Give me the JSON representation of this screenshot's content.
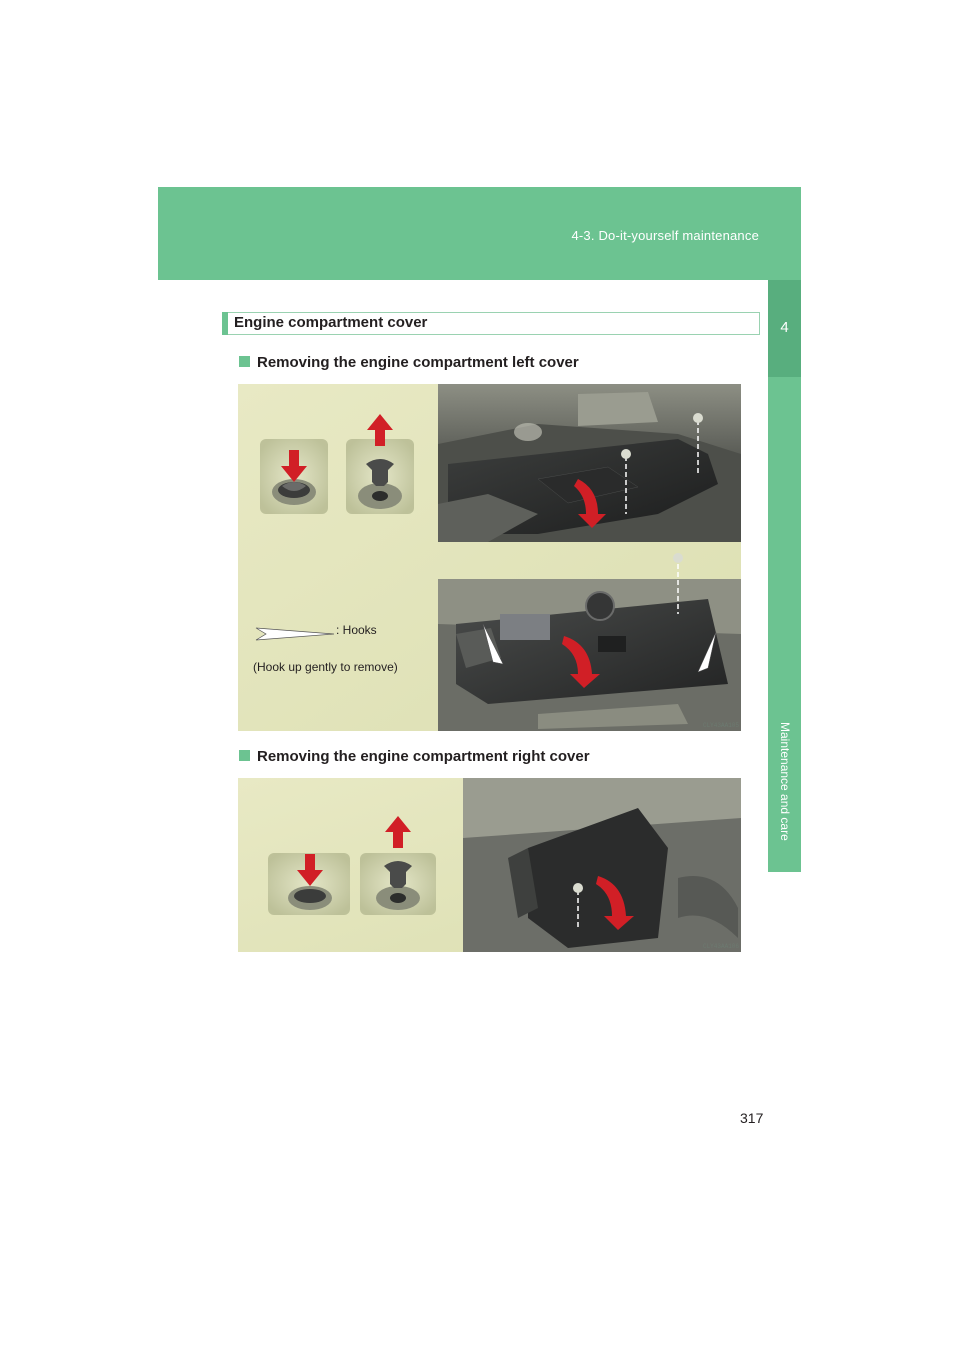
{
  "header": {
    "section": "4-3. Do-it-yourself maintenance",
    "band_color": "#6cc391"
  },
  "side_tab": {
    "chapter_number": "4",
    "chapter_title": "Maintenance and care"
  },
  "content": {
    "topic_heading": "Engine compartment cover",
    "left_cover": {
      "heading": "Removing the engine compartment left cover",
      "legend_hooks": ": Hooks",
      "legend_note": "(Hook up gently to remove)",
      "figure_code": "CLY43AA105"
    },
    "right_cover": {
      "heading": "Removing the engine compartment right cover",
      "figure_code": "CLY43AA106"
    }
  },
  "footer": {
    "page_number": "317"
  }
}
